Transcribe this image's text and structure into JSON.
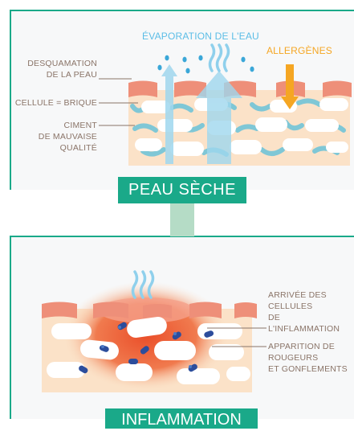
{
  "top": {
    "evaporation": "ÉVAPORATION DE L'EAU",
    "allergens": "ALLERGÈNES",
    "label_desquamation": "DESQUAMATION\nDE LA PEAU",
    "label_cell": "CELLULE = BRIQUE",
    "label_cement": "CIMENT\nDE MAUVAISE\nQUALITÉ",
    "banner": "PEAU SÈCHE"
  },
  "bottom": {
    "label_arrival": "ARRIVÉE DES\nCELLULES\nDE L'INFLAMMATION",
    "label_redness": "APPARITION DE\nROUGEURS\nET GONFLEMENTS",
    "banner": "INFLAMMATION"
  },
  "colors": {
    "teal": "#1aa989",
    "light_blue": "#5bbde6",
    "orange": "#f5a623",
    "skin": "#fbe2c8",
    "cell_top": "#ee8f79",
    "cement": "#7fc7d6",
    "inflammation": "#ee6a3c",
    "text": "#8a7468"
  }
}
